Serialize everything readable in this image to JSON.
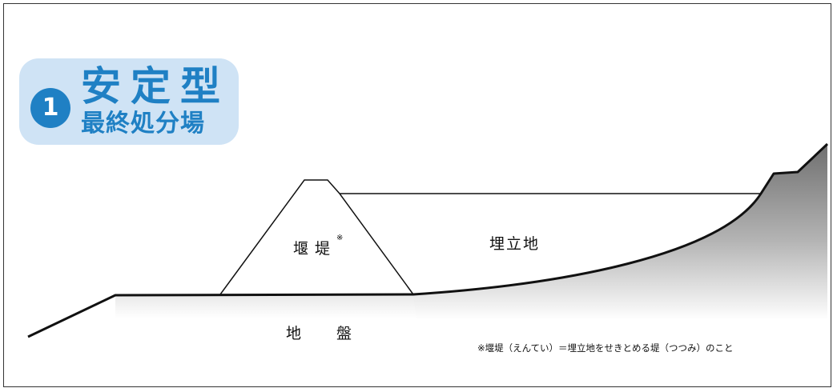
{
  "badge": {
    "number": "1",
    "title": "安定型",
    "subtitle": "最終処分場"
  },
  "labels": {
    "dam": "堰堤",
    "dam_mark": "※",
    "landfill": "埋立地",
    "ground": "地盤"
  },
  "note": "※堰堤（えんてい）＝埋立地をせきとめる堤（つつみ）のこと",
  "colors": {
    "accent": "#1f80c4",
    "badge_background": "#cfe3f5",
    "line": "#111111",
    "hill_dark": "#6f6f6f"
  }
}
